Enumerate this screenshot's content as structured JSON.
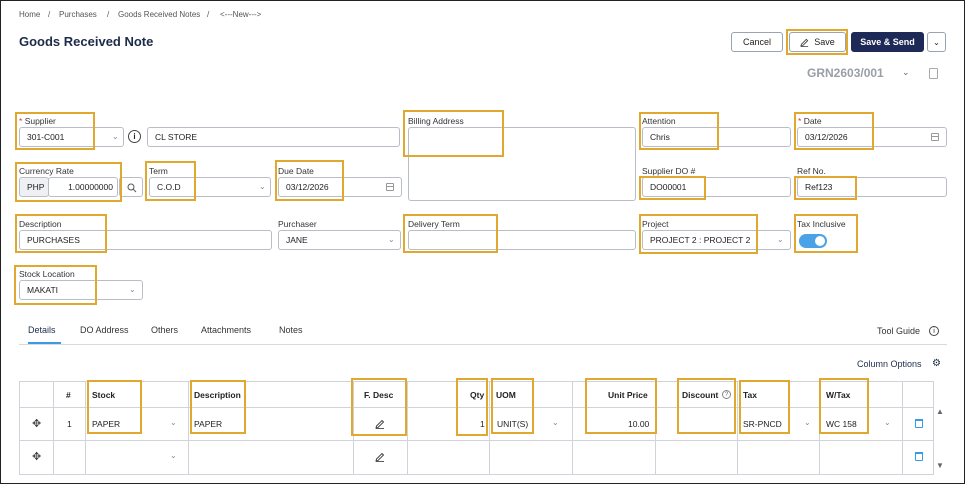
{
  "breadcrumb": [
    "Home",
    "Purchases",
    "Goods Received Notes",
    "<---New--->"
  ],
  "page_title": "Goods Received Note",
  "toolbar": {
    "cancel": "Cancel",
    "save": "Save",
    "save_send": "Save & Send"
  },
  "doc_no": "GRN2603/001",
  "form": {
    "supplier_label": "Supplier",
    "supplier_code": "301-C001",
    "supplier_name": "CL STORE",
    "billing_address_label": "Billing Address",
    "attention_label": "Attention",
    "attention": "Chris",
    "date_label": "Date",
    "date": "03/12/2026",
    "currency_rate_label": "Currency Rate",
    "currency": "PHP",
    "rate": "1.00000000",
    "term_label": "Term",
    "term": "C.O.D",
    "due_date_label": "Due Date",
    "due_date": "03/12/2026",
    "supplier_do_label": "Supplier DO #",
    "supplier_do": "DO00001",
    "ref_no_label": "Ref No.",
    "ref_no": "Ref123",
    "description_label": "Description",
    "description": "PURCHASES",
    "purchaser_label": "Purchaser",
    "purchaser": "JANE",
    "delivery_term_label": "Delivery Term",
    "project_label": "Project",
    "project": "PROJECT 2 : PROJECT 2",
    "tax_inclusive_label": "Tax Inclusive",
    "stock_location_label": "Stock Location",
    "stock_location": "MAKATI"
  },
  "tabs": [
    "Details",
    "DO Address",
    "Others",
    "Attachments",
    "Notes"
  ],
  "tool_guide": "Tool Guide",
  "column_options": "Column Options",
  "table": {
    "headers": {
      "no": "#",
      "stock": "Stock",
      "description": "Description",
      "fdesc": "F. Desc",
      "qty": "Qty",
      "uom": "UOM",
      "unit_price": "Unit Price",
      "discount": "Discount",
      "tax": "Tax",
      "wtax": "W/Tax"
    },
    "rows": [
      {
        "no": "1",
        "stock": "PAPER",
        "description": "PAPER",
        "qty": "1",
        "uom": "UNIT(S)",
        "unit_price": "10.00",
        "discount": "",
        "tax": "SR-PNCD",
        "wtax": "WC 158"
      }
    ]
  },
  "colors": {
    "accent": "#1d2a57",
    "highlight": "#e0a82e",
    "toggle": "#4aa3e6"
  }
}
